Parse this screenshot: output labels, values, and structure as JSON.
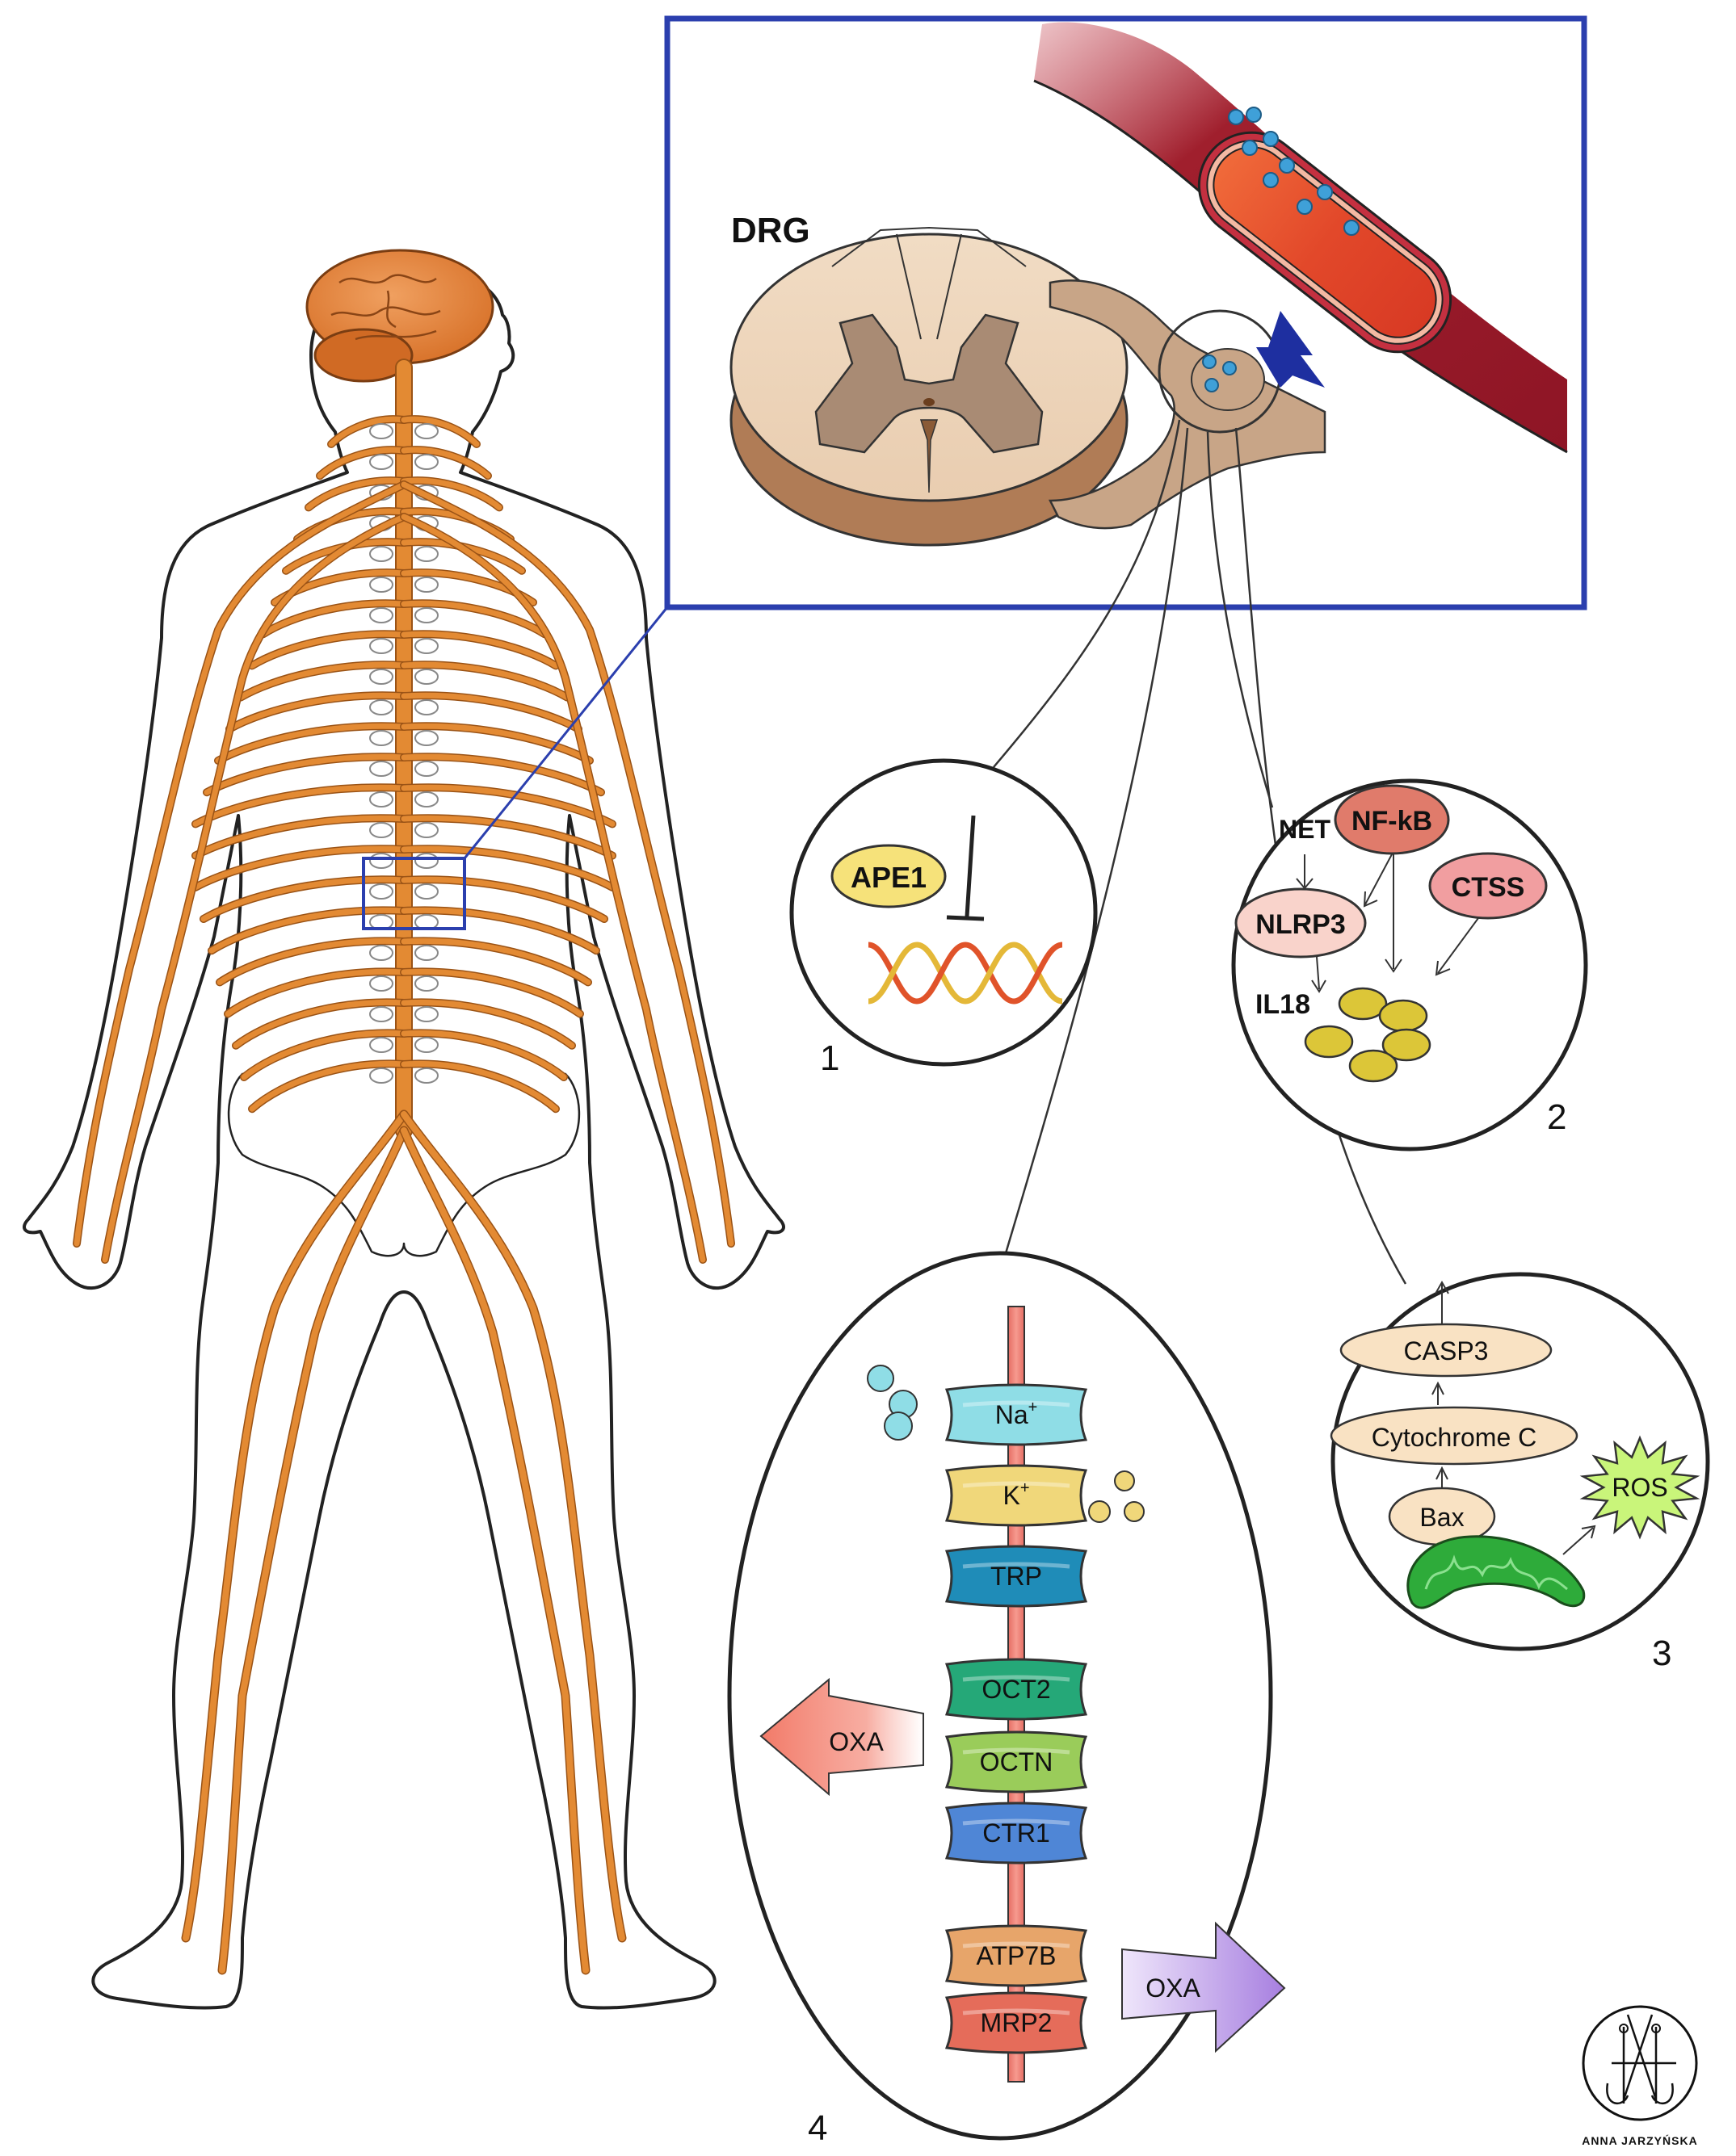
{
  "figure": {
    "inset_title": "DRG",
    "panel_numbers": [
      "1",
      "2",
      "3",
      "4"
    ],
    "colors": {
      "nerve": "#e38a33",
      "brain": "#e0843a",
      "inset_frame": "#2b3fae",
      "vessel": "#a8222e",
      "lumen": "#e24a2a",
      "drug_particle": "#3fa0d8",
      "arrow_blue": "#1e2fa0"
    }
  },
  "panel1": {
    "enzyme": "APE1",
    "relation": "inhibits",
    "target_icon": "dna-helix-icon"
  },
  "panel2": {
    "net": "NET",
    "nfkb": "NF-kB",
    "nlrp3": "NLRP3",
    "ctss": "CTSS",
    "il18": "IL18",
    "particle_count": 5
  },
  "panel3": {
    "casp3": "CASP3",
    "cytochrome": "Cytochrome C",
    "bax": "Bax",
    "ros": "ROS",
    "organelle_icon": "mitochondrion-icon"
  },
  "panel4": {
    "channels": [
      {
        "label": "Na",
        "sup": "+",
        "color": "#8fdde6"
      },
      {
        "label": "K",
        "sup": "+",
        "color": "#f0d77a"
      },
      {
        "label": "TRP",
        "sup": "",
        "color": "#1f8cb8"
      },
      {
        "label": "OCT2",
        "sup": "",
        "color": "#25a878"
      },
      {
        "label": "OCTN",
        "sup": "",
        "color": "#9acc5a"
      },
      {
        "label": "CTR1",
        "sup": "",
        "color": "#4f86d6"
      },
      {
        "label": "ATP7B",
        "sup": "",
        "color": "#e7a56a"
      },
      {
        "label": "MRP2",
        "sup": "",
        "color": "#e56c5a"
      }
    ],
    "influx_label": "OXA",
    "efflux_label": "OXA"
  },
  "signature": {
    "name": "ANNA JARZYŃSKA",
    "monogram": "AJ"
  }
}
